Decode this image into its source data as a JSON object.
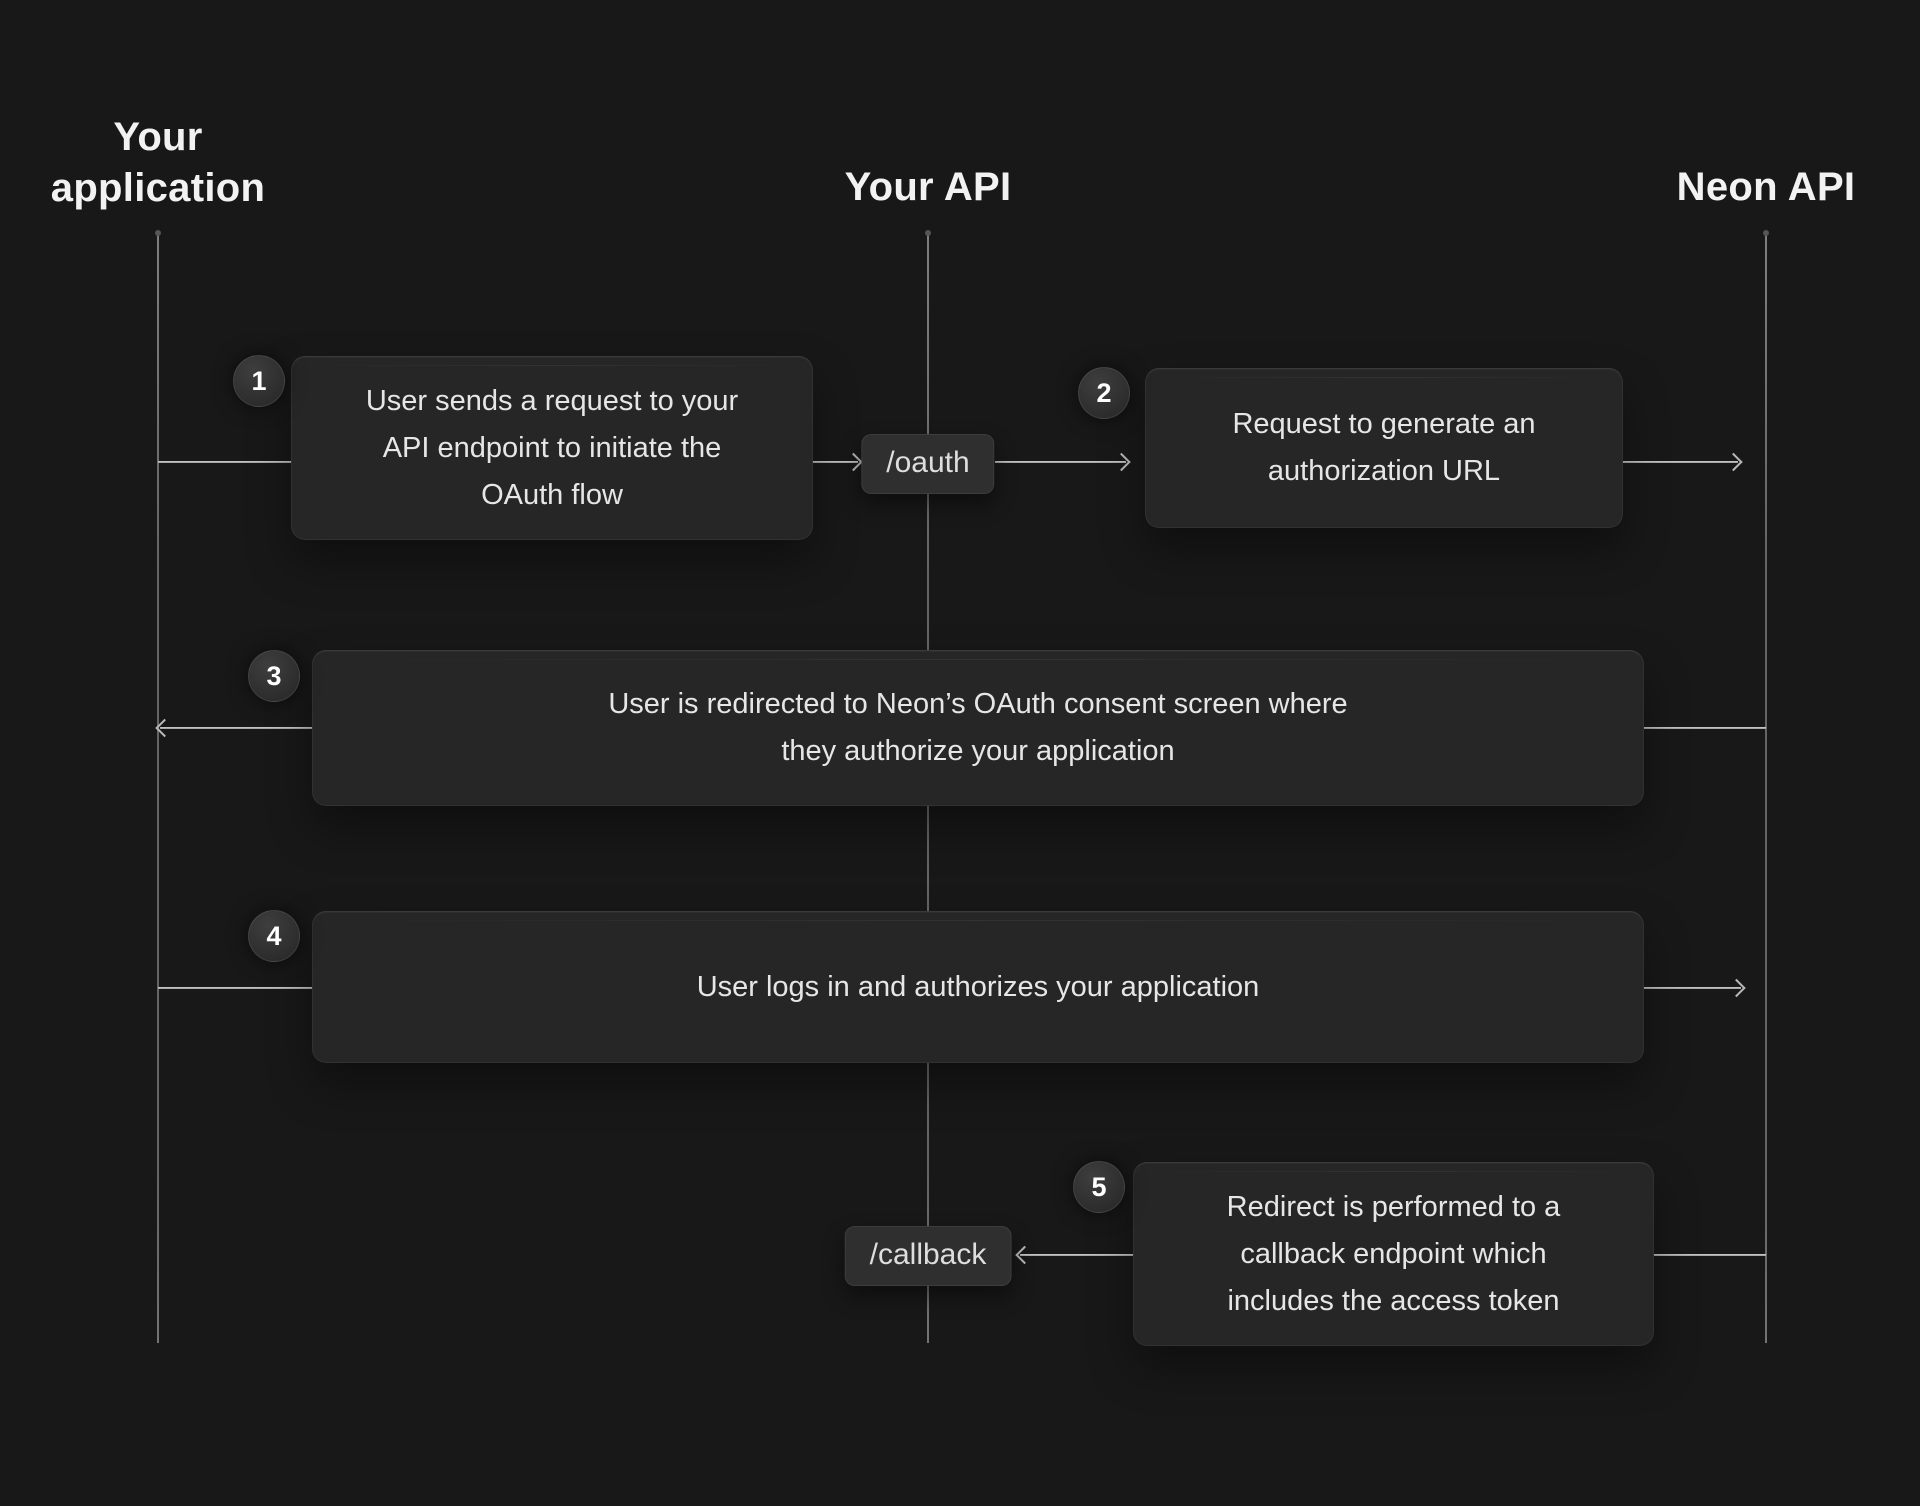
{
  "colors": {
    "background": "#181818",
    "box_bg": "#262626",
    "chip_bg": "#2f2f2f",
    "lifeline": "#7a7a7a",
    "arrow": "#b8b8b8",
    "text": "#e6e6e6",
    "heading": "#f2f2f2"
  },
  "actors": {
    "application": {
      "line1": "Your",
      "line2": "application"
    },
    "your_api": {
      "label": "Your API"
    },
    "neon_api": {
      "label": "Neon API"
    }
  },
  "endpoints": {
    "oauth": "/oauth",
    "callback": "/callback"
  },
  "steps": [
    {
      "num": "1",
      "lines": [
        "User sends a request to your",
        "API endpoint to initiate the",
        "OAuth flow"
      ]
    },
    {
      "num": "2",
      "lines": [
        "Request to generate an",
        "authorization URL"
      ]
    },
    {
      "num": "3",
      "lines": [
        "User is redirected to Neon’s OAuth consent screen where",
        "they authorize your application"
      ]
    },
    {
      "num": "4",
      "lines": [
        "User logs in and authorizes your application"
      ]
    },
    {
      "num": "5",
      "lines": [
        "Redirect is performed to a",
        "callback endpoint which",
        "includes the access token"
      ]
    }
  ]
}
